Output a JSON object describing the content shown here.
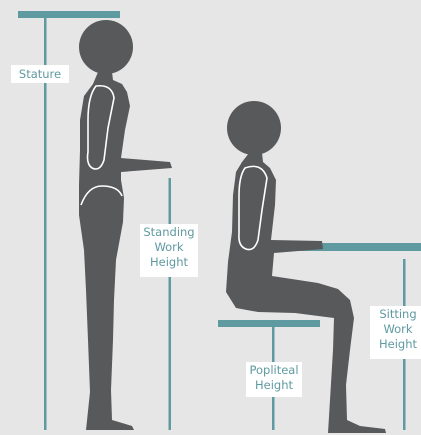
{
  "labels": {
    "stature": "Stature",
    "standing_work_height": "Standing\nWork\nHeight",
    "popliteal_height": "Popliteal\nHeight",
    "sitting_work_height": "Sitting\nWork\nHeight"
  },
  "colors": {
    "background": "#e6e6e7",
    "figure": "#58595b",
    "figure_outline": "#ffffff",
    "measure_line": "#5f9aa0",
    "label_background": "#ffffff"
  }
}
